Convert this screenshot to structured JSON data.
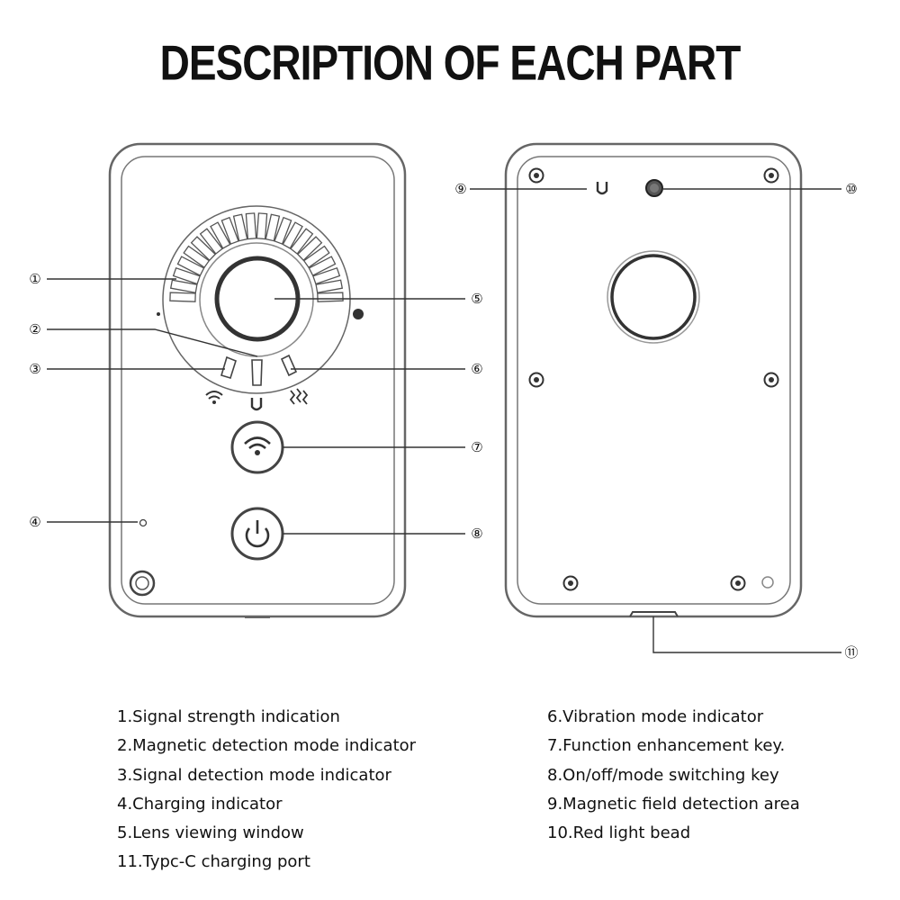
{
  "title": "DESCRIPTION OF EACH PART",
  "callouts": [
    "①",
    "②",
    "③",
    "④",
    "⑤",
    "⑥",
    "⑦",
    "⑧",
    "⑨",
    "⑩",
    "⑪"
  ],
  "descriptions": {
    "left": [
      "1.Signal strength indication",
      "2.Magnetic detection mode indicator",
      "3.Signal detection mode indicator",
      "4.Charging indicator",
      "5.Lens viewing window",
      "11.Typc-C charging port"
    ],
    "right": [
      "6.Vibration mode indicator",
      "7.Function enhancement key.",
      "8.On/off/mode switching key",
      "9.Magnetic field detection area",
      "10.Red light bead"
    ]
  },
  "icons": {
    "signal": "wifi-icon",
    "magnet": "magnet-icon",
    "vibration": "vibration-icon",
    "power": "power-icon"
  }
}
